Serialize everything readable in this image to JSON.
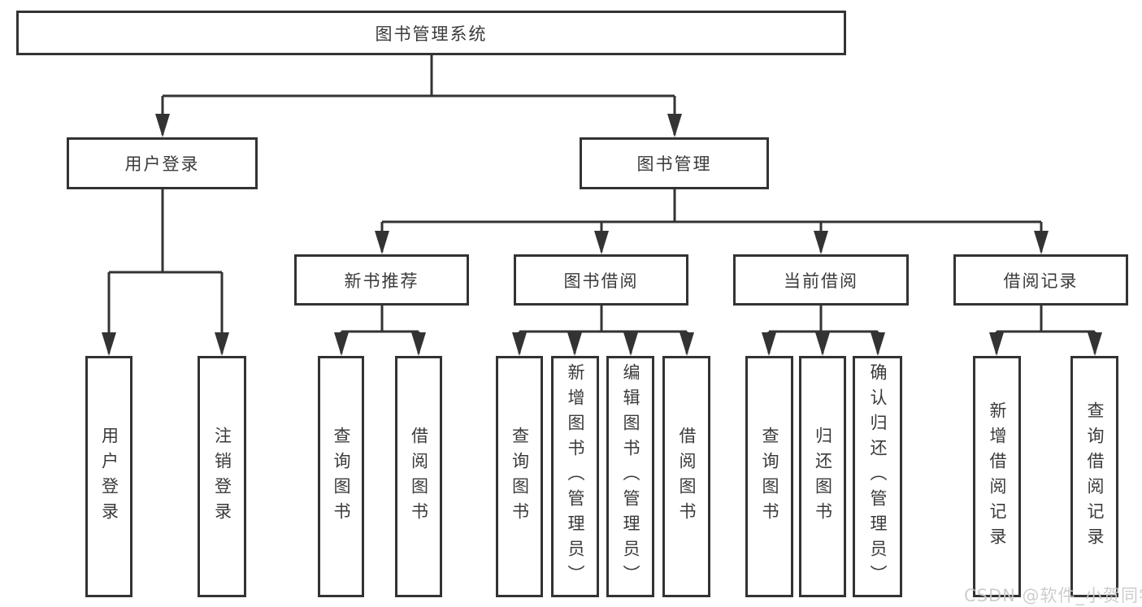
{
  "diagram": {
    "root": {
      "label": "图书管理系统"
    },
    "user_login": {
      "label": "用户登录",
      "children": [
        {
          "label": "用户登录"
        },
        {
          "label": "注销登录"
        }
      ]
    },
    "book_mgmt": {
      "label": "图书管理",
      "sections": {
        "new_books": {
          "label": "新书推荐",
          "children": [
            {
              "label": "查询图书"
            },
            {
              "label": "借阅图书"
            }
          ]
        },
        "borrow": {
          "label": "图书借阅",
          "children": [
            {
              "label": "查询图书"
            },
            {
              "label": "新增图书（管理员）"
            },
            {
              "label": "编辑图书（管理员）"
            },
            {
              "label": "借阅图书"
            }
          ]
        },
        "current": {
          "label": "当前借阅",
          "children": [
            {
              "label": "查询图书"
            },
            {
              "label": "归还图书"
            },
            {
              "label": "确认归还（管理员）"
            }
          ]
        },
        "records": {
          "label": "借阅记录",
          "children": [
            {
              "label": "新增借阅记录"
            },
            {
              "label": "查询借阅记录"
            }
          ]
        }
      }
    }
  },
  "watermark": {
    "text": "CSDN @软件_小贺同学"
  },
  "colors": {
    "line": "#333333",
    "text": "#3a3a3a",
    "watermark": "#c9c9c9",
    "background": "#ffffff"
  }
}
